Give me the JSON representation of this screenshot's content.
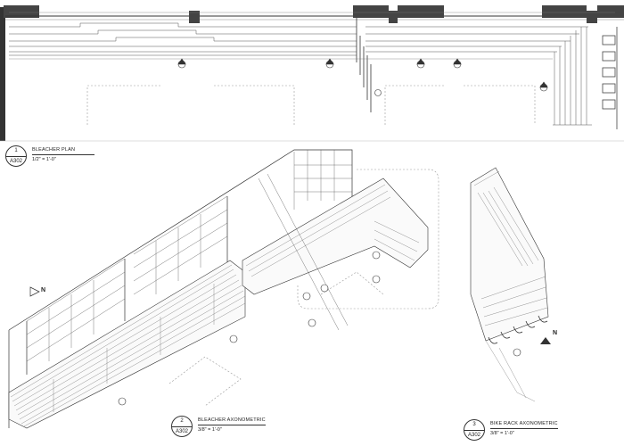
{
  "drawings": [
    {
      "number": "1",
      "sheet": "A302",
      "title": "BLEACHER PLAN",
      "scale": "1/2\" = 1'-0\""
    },
    {
      "number": "2",
      "sheet": "A302",
      "title": "BLEACHER AXONOMETRIC",
      "scale": "3/8\" = 1'-0\""
    },
    {
      "number": "3",
      "sheet": "A302",
      "title": "BIKE RACK AXONOMETRIC",
      "scale": "3/8\" = 1'-0\""
    }
  ],
  "north_label": "N"
}
